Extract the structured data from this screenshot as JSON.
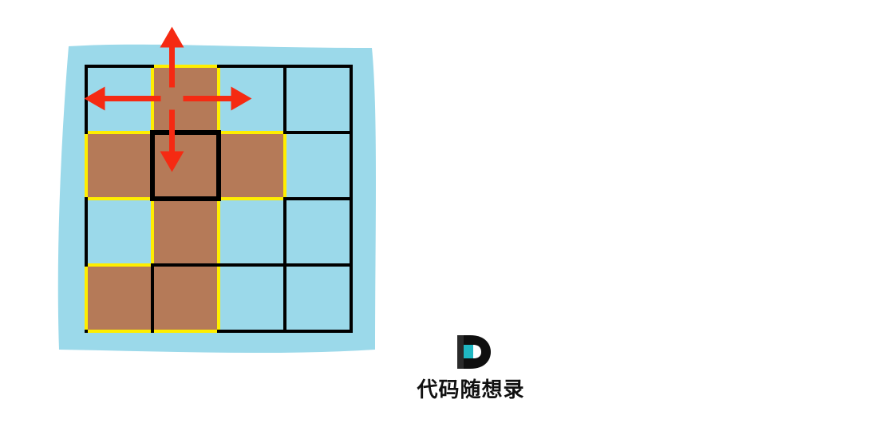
{
  "grid": {
    "rows": 4,
    "cols": 4,
    "cells": [
      [
        "water",
        "land",
        "water",
        "water"
      ],
      [
        "land",
        "land",
        "land",
        "water"
      ],
      [
        "water",
        "land",
        "water",
        "water"
      ],
      [
        "land",
        "land",
        "water",
        "water"
      ]
    ],
    "highlighted_cell": {
      "row": 1,
      "col": 1
    }
  },
  "directions": [
    "up",
    "down",
    "left",
    "right"
  ],
  "colors": {
    "water_background": "#9bd9ea",
    "water_cell": "#9bd9ea",
    "land_cell": "#b57a58",
    "grid_line": "#000000",
    "island_border": "#ffee00",
    "arrow": "#f52a12"
  },
  "watermark": {
    "text": "代码随想录",
    "logo": "d-logo-icon"
  }
}
